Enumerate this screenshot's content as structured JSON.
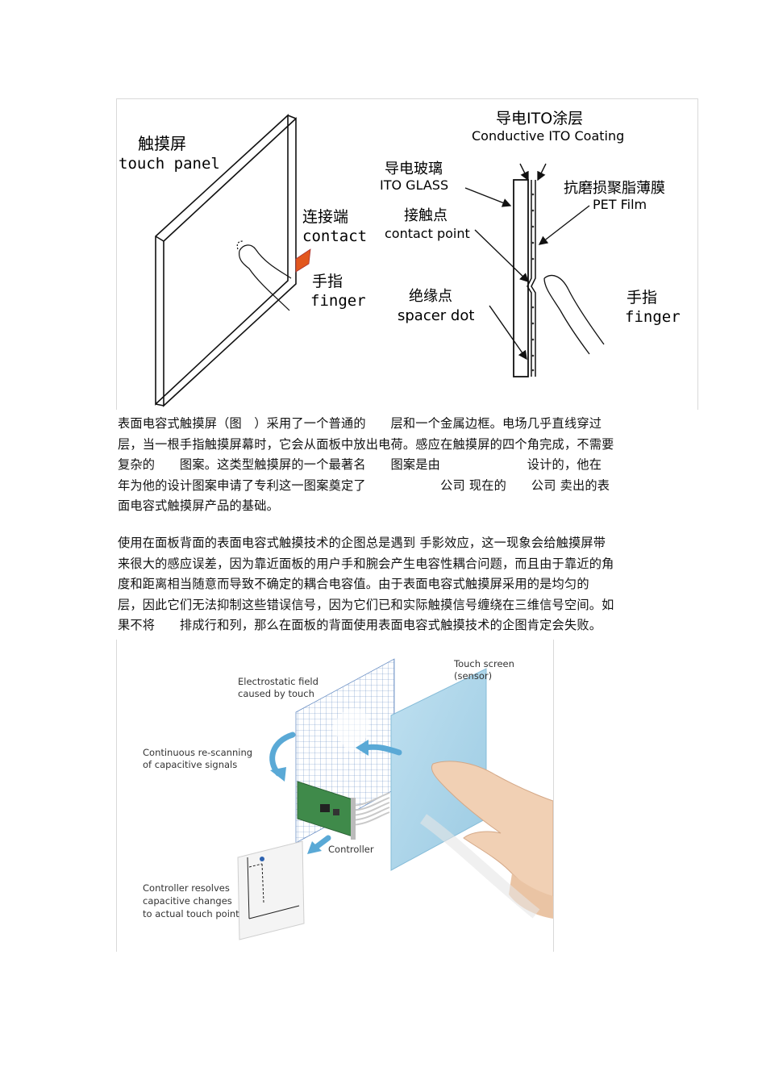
{
  "figure1": {
    "touch_panel_cn": "触摸屏",
    "touch_panel_en": "touch panel",
    "contact_cn": "连接端",
    "contact_en": "contact",
    "finger_left_cn": "手指",
    "finger_left_en": "finger",
    "ito_coating_cn": "导电ITO涂层",
    "ito_coating_en": "Conductive ITO Coating",
    "ito_glass_cn": "导电玻璃",
    "ito_glass_en": "ITO GLASS",
    "pet_film_cn": "抗磨损聚脂薄膜",
    "pet_film_en": "PET Film",
    "contact_point_cn": "接触点",
    "contact_point_en": "contact point",
    "spacer_dot_cn": "绝缘点",
    "spacer_dot_en": "spacer dot",
    "finger_right_cn": "手指",
    "finger_right_en": "finger"
  },
  "paragraph1": [
    "表面电容式触摸屏（图　）采用了一个普通的　　层和一个金属边框。电场几乎直线穿过",
    "层，当一根手指触摸屏幕时，它会从面板中放出电荷。感应在触摸屏的四个角完成，不需要",
    "复杂的　　图案。这类型触摸屏的一个最著名　　图案是由　　　　　　　设计的，他在",
    "年为他的设计图案申请了专利这一图案奠定了　　　　　　公司 现在的　　公司 卖出的表",
    "面电容式触摸屏产品的基础。"
  ],
  "paragraph2": [
    "使用在面板背面的表面电容式触摸技术的企图总是遇到 手影效应，这一现象会给触摸屏带",
    "来很大的感应误差，因为靠近面板的用户手和腕会产生电容性耦合问题，而且由于靠近的角",
    "度和距离相当随意而导致不确定的耦合电容值。由于表面电容式触摸屏采用的是均匀的",
    "层，因此它们无法抑制这些错误信号，因为它们已和实际触摸信号缠绕在三维信号空间。如",
    "果不将　　排成行和列，那么在面板的背面使用表面电容式触摸技术的企图肯定会失败。"
  ],
  "figure2": {
    "electrostatic_line1": "Electrostatic field",
    "electrostatic_line2": "caused by touch",
    "touch_screen_line1": "Touch screen",
    "touch_screen_line2": "(sensor)",
    "rescanning_line1": "Continuous re-scanning",
    "rescanning_line2": "of capacitive signals",
    "controller": "Controller",
    "resolves_line1": "Controller resolves",
    "resolves_line2": "capacitive changes",
    "resolves_line3": "to actual touch point"
  },
  "colors": {
    "panel_blue": "#a9d3e8",
    "arrow_blue": "#5aa9d6",
    "pcb_green": "#3f8a4a"
  }
}
